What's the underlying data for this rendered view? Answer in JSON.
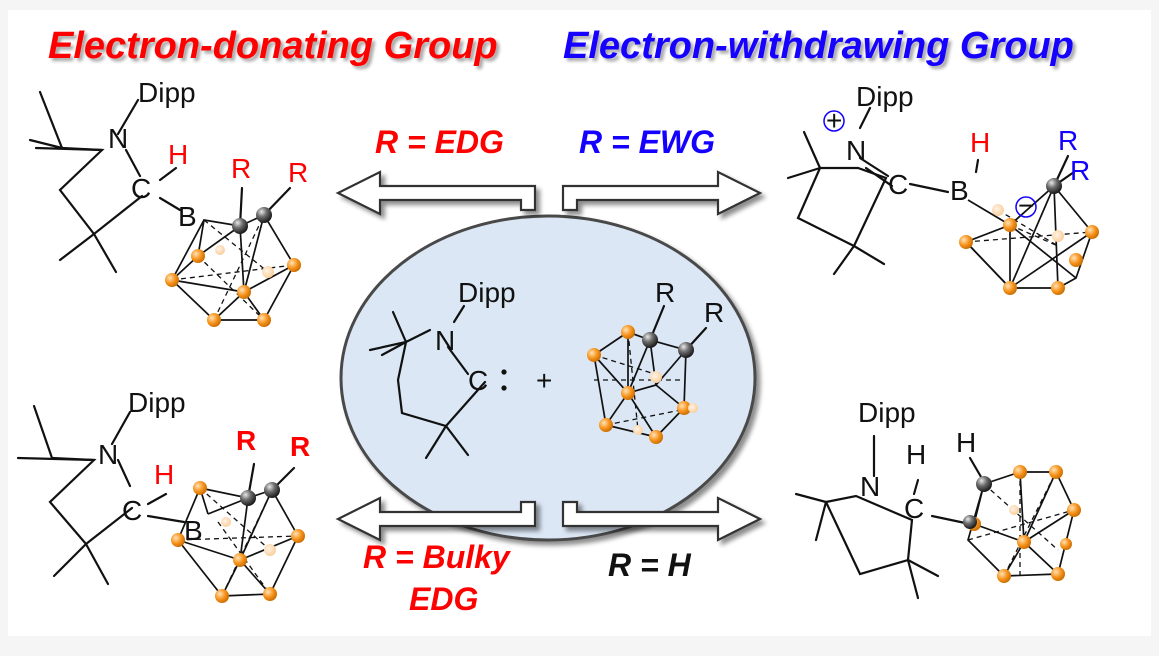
{
  "titles": {
    "left": "Electron-donating Group",
    "right": "Electron-withdrawing Group",
    "left_color": "#ff0000",
    "right_color": "#1400ff"
  },
  "conditions": {
    "top_left": "R = EDG",
    "top_right": "R = EWG",
    "bottom_left_line1": "R = Bulky",
    "bottom_left_line2": "EDG",
    "bottom_right": "R = H"
  },
  "center": {
    "dipp": "Dipp",
    "n": "N",
    "carbene": "C",
    "plus": "+",
    "r1": "R",
    "r2": "R",
    "fill_color": "#dbe7f5"
  },
  "top_left": {
    "dipp": "Dipp",
    "n": "N",
    "c": "C",
    "h": "H",
    "b": "B",
    "r1": "R",
    "r2": "R"
  },
  "top_right": {
    "dipp": "Dipp",
    "n": "N",
    "c": "C",
    "h": "H",
    "b": "B",
    "r1": "R",
    "r2": "R",
    "plus": "+",
    "minus": "−"
  },
  "bottom_left": {
    "dipp": "Dipp",
    "n": "N",
    "c": "C",
    "h": "H",
    "b": "B",
    "r1": "R",
    "r2": "R"
  },
  "bottom_right": {
    "dipp": "Dipp",
    "n": "N",
    "c": "C",
    "h1": "H",
    "h2": "H"
  },
  "colors": {
    "boron_vertex": "#f7941d",
    "carbon_vertex": "#333333",
    "edg_red": "#ff0000",
    "ewg_blue": "#1400ff",
    "arrow_fill": "#ffffff"
  },
  "icons": [
    "carboranyl-cage-icon",
    "arrow-left-icon",
    "arrow-right-icon"
  ]
}
